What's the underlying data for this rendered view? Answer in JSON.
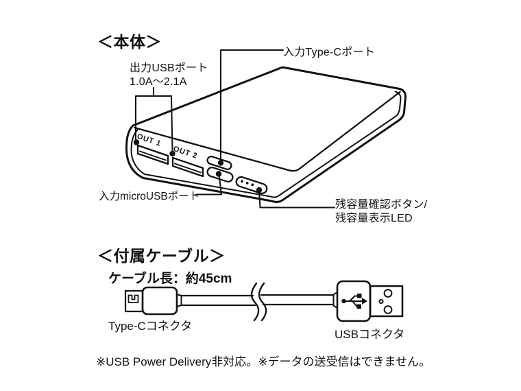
{
  "canvas": {
    "bg": "#ffffff",
    "ink": "#111111"
  },
  "device_section": {
    "title": "＜本体＞",
    "output_usb_label_line1": "出力USBポート",
    "output_usb_label_line2": "1.0A～2.1A",
    "input_typec_label": "入力Type-Cポート",
    "input_microusb_label": "入力microUSBポート",
    "capacity_label_line1": "残容量確認ボタン/",
    "capacity_label_line2": "残容量表示LED",
    "port1_text": "OUT 1",
    "port2_text": "OUT 2"
  },
  "cable_section": {
    "title": "＜付属ケーブル＞",
    "cable_length": "ケーブル長：約45cm",
    "typec_connector_label": "Type-Cコネクタ",
    "usb_connector_label": "USBコネクタ"
  },
  "footer": {
    "note": "※USB Power Delivery非対応。※データの送受信はできません。"
  }
}
